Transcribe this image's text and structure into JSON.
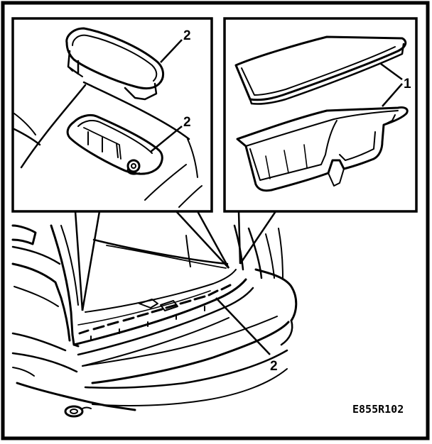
{
  "callouts": {
    "cover_top": "2",
    "recess": "2",
    "storage_parts": "1",
    "sill": "2"
  },
  "figure_code": "E855R102",
  "colors": {
    "ink": "#000000",
    "paper": "#ffffff"
  }
}
